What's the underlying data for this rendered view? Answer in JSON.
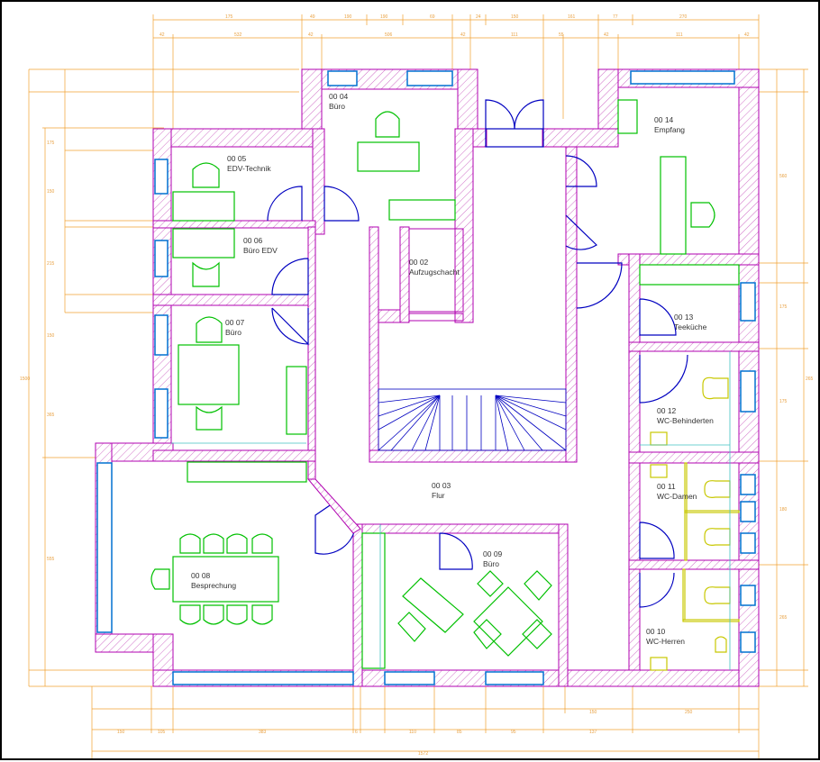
{
  "colors": {
    "dimension": "#f0a030",
    "wall_outline": "#b000b0",
    "wall_hatch": "#d070c8",
    "furniture": "#00c000",
    "door": "#0000c0",
    "window": "#0070d0",
    "sanitary": "#c8c800",
    "tile": "#40c0c0",
    "text": "#333333"
  },
  "rooms": [
    {
      "id": "r04",
      "number": "00 04",
      "name": "Büro"
    },
    {
      "id": "r05",
      "number": "00 05",
      "name": "EDV-Technik"
    },
    {
      "id": "r06",
      "number": "00 06",
      "name": "Büro EDV"
    },
    {
      "id": "r07",
      "number": "00 07",
      "name": "Büro"
    },
    {
      "id": "r02",
      "number": "00 02",
      "name": "Aufzugschacht"
    },
    {
      "id": "r14",
      "number": "00 14",
      "name": "Empfang"
    },
    {
      "id": "r13",
      "number": "00 13",
      "name": "Teeküche"
    },
    {
      "id": "r12",
      "number": "00 12",
      "name": "WC-Behinderten"
    },
    {
      "id": "r11",
      "number": "00 11",
      "name": "WC-Damen"
    },
    {
      "id": "r10",
      "number": "00 10",
      "name": "WC-Herren"
    },
    {
      "id": "r03",
      "number": "00 03",
      "name": "Flur"
    },
    {
      "id": "r09",
      "number": "00 09",
      "name": "Büro"
    },
    {
      "id": "r08",
      "number": "00 08",
      "name": "Besprechung"
    }
  ],
  "dimensions": {
    "top_row_1": [
      "175",
      "49",
      "190",
      "190",
      "69",
      "24",
      "150",
      "161",
      "77",
      "270"
    ],
    "top_row_2": [
      "42",
      "532",
      "42",
      "506",
      "42",
      "111",
      "55",
      "42",
      "111",
      "42"
    ],
    "bottom_row_1": [
      "150",
      "105",
      "383",
      "6",
      "110",
      "85",
      "95",
      "150",
      "137",
      "250"
    ],
    "bottom_row_2": [
      "1572"
    ],
    "left_side": [
      "175",
      "150",
      "215",
      "150",
      "365",
      "555",
      "1500"
    ],
    "right_side": [
      "560",
      "175",
      "175",
      "180",
      "265",
      "265"
    ]
  }
}
